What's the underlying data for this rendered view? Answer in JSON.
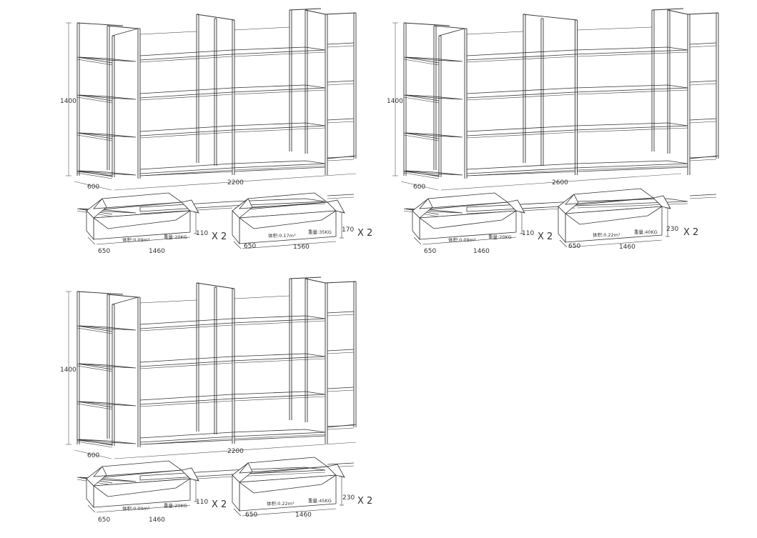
{
  "colors": {
    "line": "#333333",
    "dim_line": "#555555",
    "background": "#ffffff"
  },
  "groups": [
    {
      "shelf": {
        "height": "1400",
        "depth": "600",
        "width": "2200"
      },
      "boxes": [
        {
          "volume": "体积:0.09m³",
          "weight": "重量:20KG",
          "height": "110",
          "depth": "650",
          "length": "1460",
          "qty": "X 2"
        },
        {
          "volume": "体积:0.17m³",
          "weight": "重量:35KG",
          "height": "170",
          "depth": "650",
          "length": "1560",
          "qty": "X 2"
        }
      ]
    },
    {
      "shelf": {
        "height": "1400",
        "depth": "600",
        "width": "2600"
      },
      "boxes": [
        {
          "volume": "体积:0.09m³",
          "weight": "重量:20KG",
          "height": "110",
          "depth": "650",
          "length": "1460",
          "qty": "X 2"
        },
        {
          "volume": "体积:0.22m³",
          "weight": "重量:40KG",
          "height": "230",
          "depth": "650",
          "length": "1460",
          "qty": "X 2"
        }
      ]
    },
    {
      "shelf": {
        "height": "1400",
        "depth": "600",
        "width": "2200"
      },
      "boxes": [
        {
          "volume": "体积:0.09m³",
          "weight": "重量:20KG",
          "height": "110",
          "depth": "650",
          "length": "1460",
          "qty": "X 2"
        },
        {
          "volume": "体积:0.22m³",
          "weight": "重量:45KG",
          "height": "230",
          "depth": "650",
          "length": "1460",
          "qty": "X 2"
        }
      ]
    }
  ]
}
